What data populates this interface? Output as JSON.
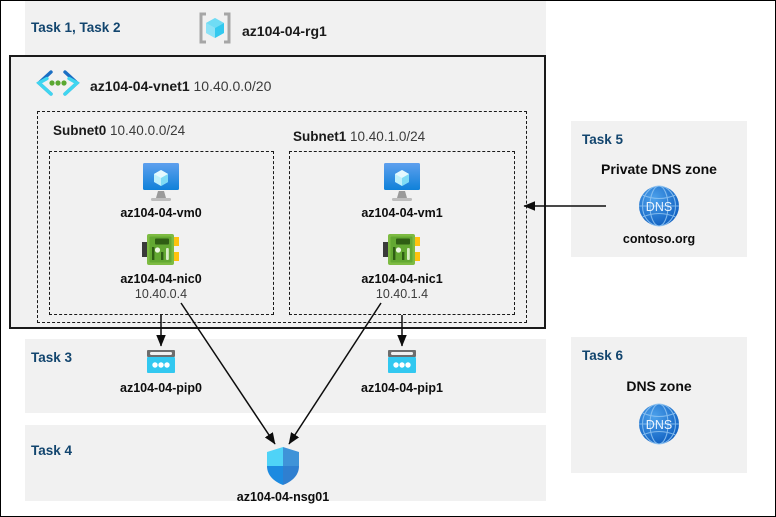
{
  "diagram": {
    "resource_group": {
      "task_label": "Task 1, Task 2",
      "name": "az104-04-rg1",
      "icon": "resource-group-icon"
    },
    "vnet": {
      "name": "az104-04-vnet1",
      "cidr": "10.40.0.0/20",
      "icon": "virtual-network-icon"
    },
    "subnets": [
      {
        "name": "Subnet0",
        "cidr": "10.40.0.0/24"
      },
      {
        "name": "Subnet1",
        "cidr": "10.40.1.0/24"
      }
    ],
    "virtual_machines": [
      {
        "name": "az104-04-vm0",
        "icon": "virtual-machine-icon"
      },
      {
        "name": "az104-04-vm1",
        "icon": "virtual-machine-icon"
      }
    ],
    "network_interfaces": [
      {
        "name": "az104-04-nic0",
        "ip": "10.40.0.4",
        "icon": "network-interface-icon"
      },
      {
        "name": "az104-04-nic1",
        "ip": "10.40.1.4",
        "icon": "network-interface-icon"
      }
    ],
    "public_ips": {
      "task_label": "Task 3",
      "items": [
        {
          "name": "az104-04-pip0",
          "icon": "public-ip-icon"
        },
        {
          "name": "az104-04-pip1",
          "icon": "public-ip-icon"
        }
      ]
    },
    "network_security_group": {
      "task_label": "Task 4",
      "name": "az104-04-nsg01",
      "icon": "shield-icon"
    },
    "private_dns_zone": {
      "task_label": "Task 5",
      "heading": "Private DNS zone",
      "name": "contoso.org",
      "icon": "dns-globe-icon",
      "icon_text": "DNS"
    },
    "dns_zone": {
      "task_label": "Task 6",
      "heading": "DNS zone",
      "name": "",
      "icon": "dns-globe-icon",
      "icon_text": "DNS"
    },
    "colors": {
      "task_label": "#12456e",
      "panel_background": "#f1f1f1",
      "border": "#1a1a1a",
      "azure_blue": "#0078d4",
      "cyan": "#32c8f0",
      "nic_green": "#6cb33f",
      "dns_blue": "#1f72cf"
    }
  }
}
